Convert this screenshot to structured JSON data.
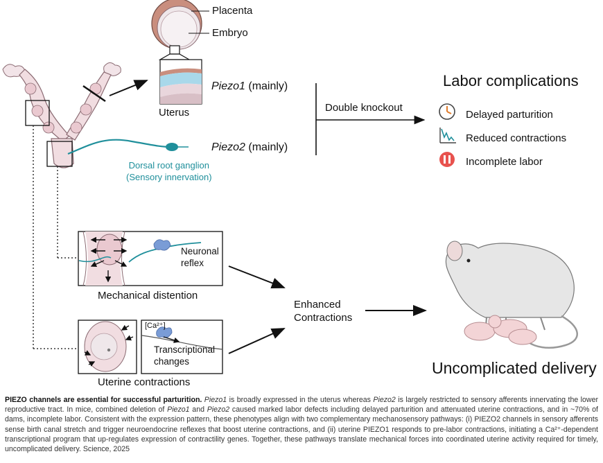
{
  "labels": {
    "placenta": "Placenta",
    "embryo": "Embryo",
    "uterus": "Uterus",
    "piezo1": "Piezo1",
    "piezo1_suffix": " (mainly)",
    "piezo2": "Piezo2",
    "piezo2_suffix": " (mainly)",
    "drg_line1": "Dorsal root ganglion",
    "drg_line2": "(Sensory innervation)",
    "double_knockout": "Double knockout",
    "labor_complications": "Labor complications",
    "neuronal_reflex_line1": "Neuronal",
    "neuronal_reflex_line2": "reflex",
    "mechanical_distention": "Mechanical distention",
    "calcium": "[Ca²⁺]",
    "transcriptional_line1": "Transcriptional",
    "transcriptional_line2": "changes",
    "uterine_contractions": "Uterine contractions",
    "enhanced_line1": "Enhanced",
    "enhanced_line2": "Contractions",
    "uncomplicated_delivery": "Uncomplicated delivery"
  },
  "complications": [
    {
      "label": "Delayed parturition",
      "icon": "clock-icon"
    },
    {
      "label": "Reduced contractions",
      "icon": "declining-trace-icon"
    },
    {
      "label": "Incomplete labor",
      "icon": "pause-icon"
    }
  ],
  "colors": {
    "teal": "#1f8f9b",
    "tissue_pink": "#f1dde1",
    "tissue_outline": "#8a6a72",
    "placenta_brown": "#c98e7e",
    "uterus_blue": "#a9d8ea",
    "pause_red": "#e8524e",
    "clock_orange": "#e07b2a",
    "mouse_gray": "#e6e6e6",
    "protein_blue": "#7a9cd6"
  },
  "caption": {
    "title": "PIEZO channels are essential for successful parturition.",
    "s1_a": "Piezo1",
    "s1_b": " is broadly expressed in the uterus whereas ",
    "s1_c": "Piezo2",
    "s1_d": " is largely restricted to sensory afferents innervating the lower reproductive tract. In mice, combined deletion of ",
    "s2_a": "Piezo1",
    "s2_b": " and ",
    "s2_c": "Piezo2",
    "s2_d": " caused marked labor defects including delayed parturition and attenuated uterine contractions, and in ~70% of dams, incomplete labor. Consistent with the expression pattern, these phenotypes align with two complementary mechanosensory pathways: (i) PIEZO2 channels in sensory afferents sense birth canal stretch and trigger neuroendocrine reflexes that boost uterine contractions, and (ii) uterine PIEZO1 responds to pre-labor contractions, initiating a Ca²⁺-dependent transcriptional program that up-regulates expression of contractility genes. Together, these pathways translate mechanical forces into coordinated uterine activity required for timely, uncomplicated delivery. Science, 2025"
  }
}
